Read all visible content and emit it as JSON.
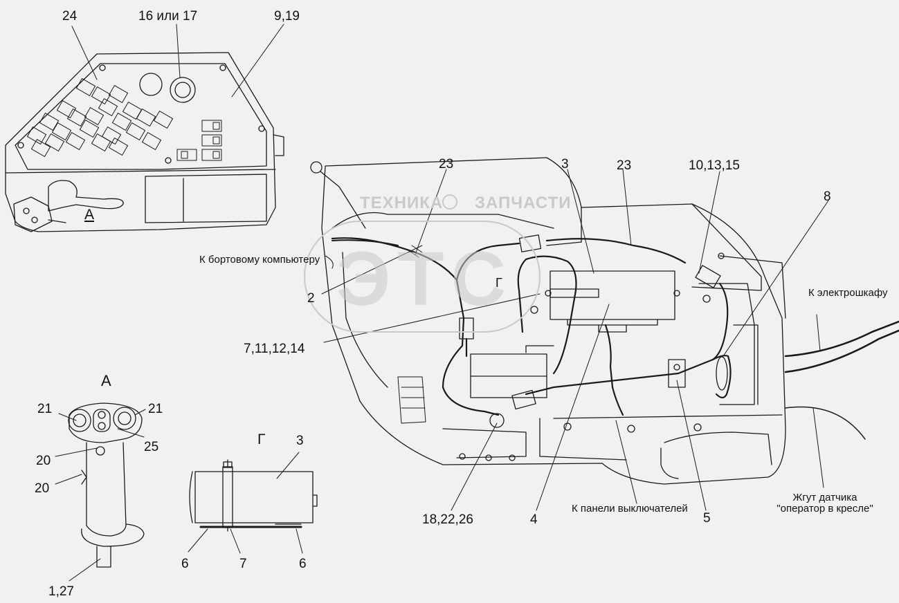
{
  "watermark": {
    "left_text": "ТЕХНИКА",
    "right_text": "ЗАПЧАСТИ",
    "big_text": "ЭТС"
  },
  "view_labels": {
    "panel_view_marker": "А",
    "handle_view_title": "А",
    "detail_view_title": "Г",
    "main_view_marker": "Г"
  },
  "callouts": {
    "panel_24": "24",
    "panel_16_17": "16 или 17",
    "panel_9_19": "9,19",
    "main_23_left": "23",
    "main_3": "3",
    "main_23_right": "23",
    "main_10_13_15": "10,13,15",
    "main_8": "8",
    "main_2": "2",
    "main_7_11_12_14": "7,11,12,14",
    "main_18_22_26": "18,22,26",
    "main_4": "4",
    "main_5": "5",
    "handle_21_left": "21",
    "handle_21_right": "21",
    "handle_25": "25",
    "handle_20_top": "20",
    "handle_20_bottom": "20",
    "handle_1_27": "1,27",
    "detail_3": "3",
    "detail_6_left": "6",
    "detail_7": "7",
    "detail_6_right": "6"
  },
  "notes": {
    "onboard_computer": "К бортовому компьютеру",
    "electrical_cabinet": "К электрошкафу",
    "switch_panel": "К панели выключателей",
    "seat_sensor_line1": "Жгут датчика",
    "seat_sensor_line2": "\"оператор в кресле\""
  },
  "colors": {
    "line": "#1a1a1a",
    "background": "#f1f1ef",
    "watermark": "#c9c9c9"
  }
}
